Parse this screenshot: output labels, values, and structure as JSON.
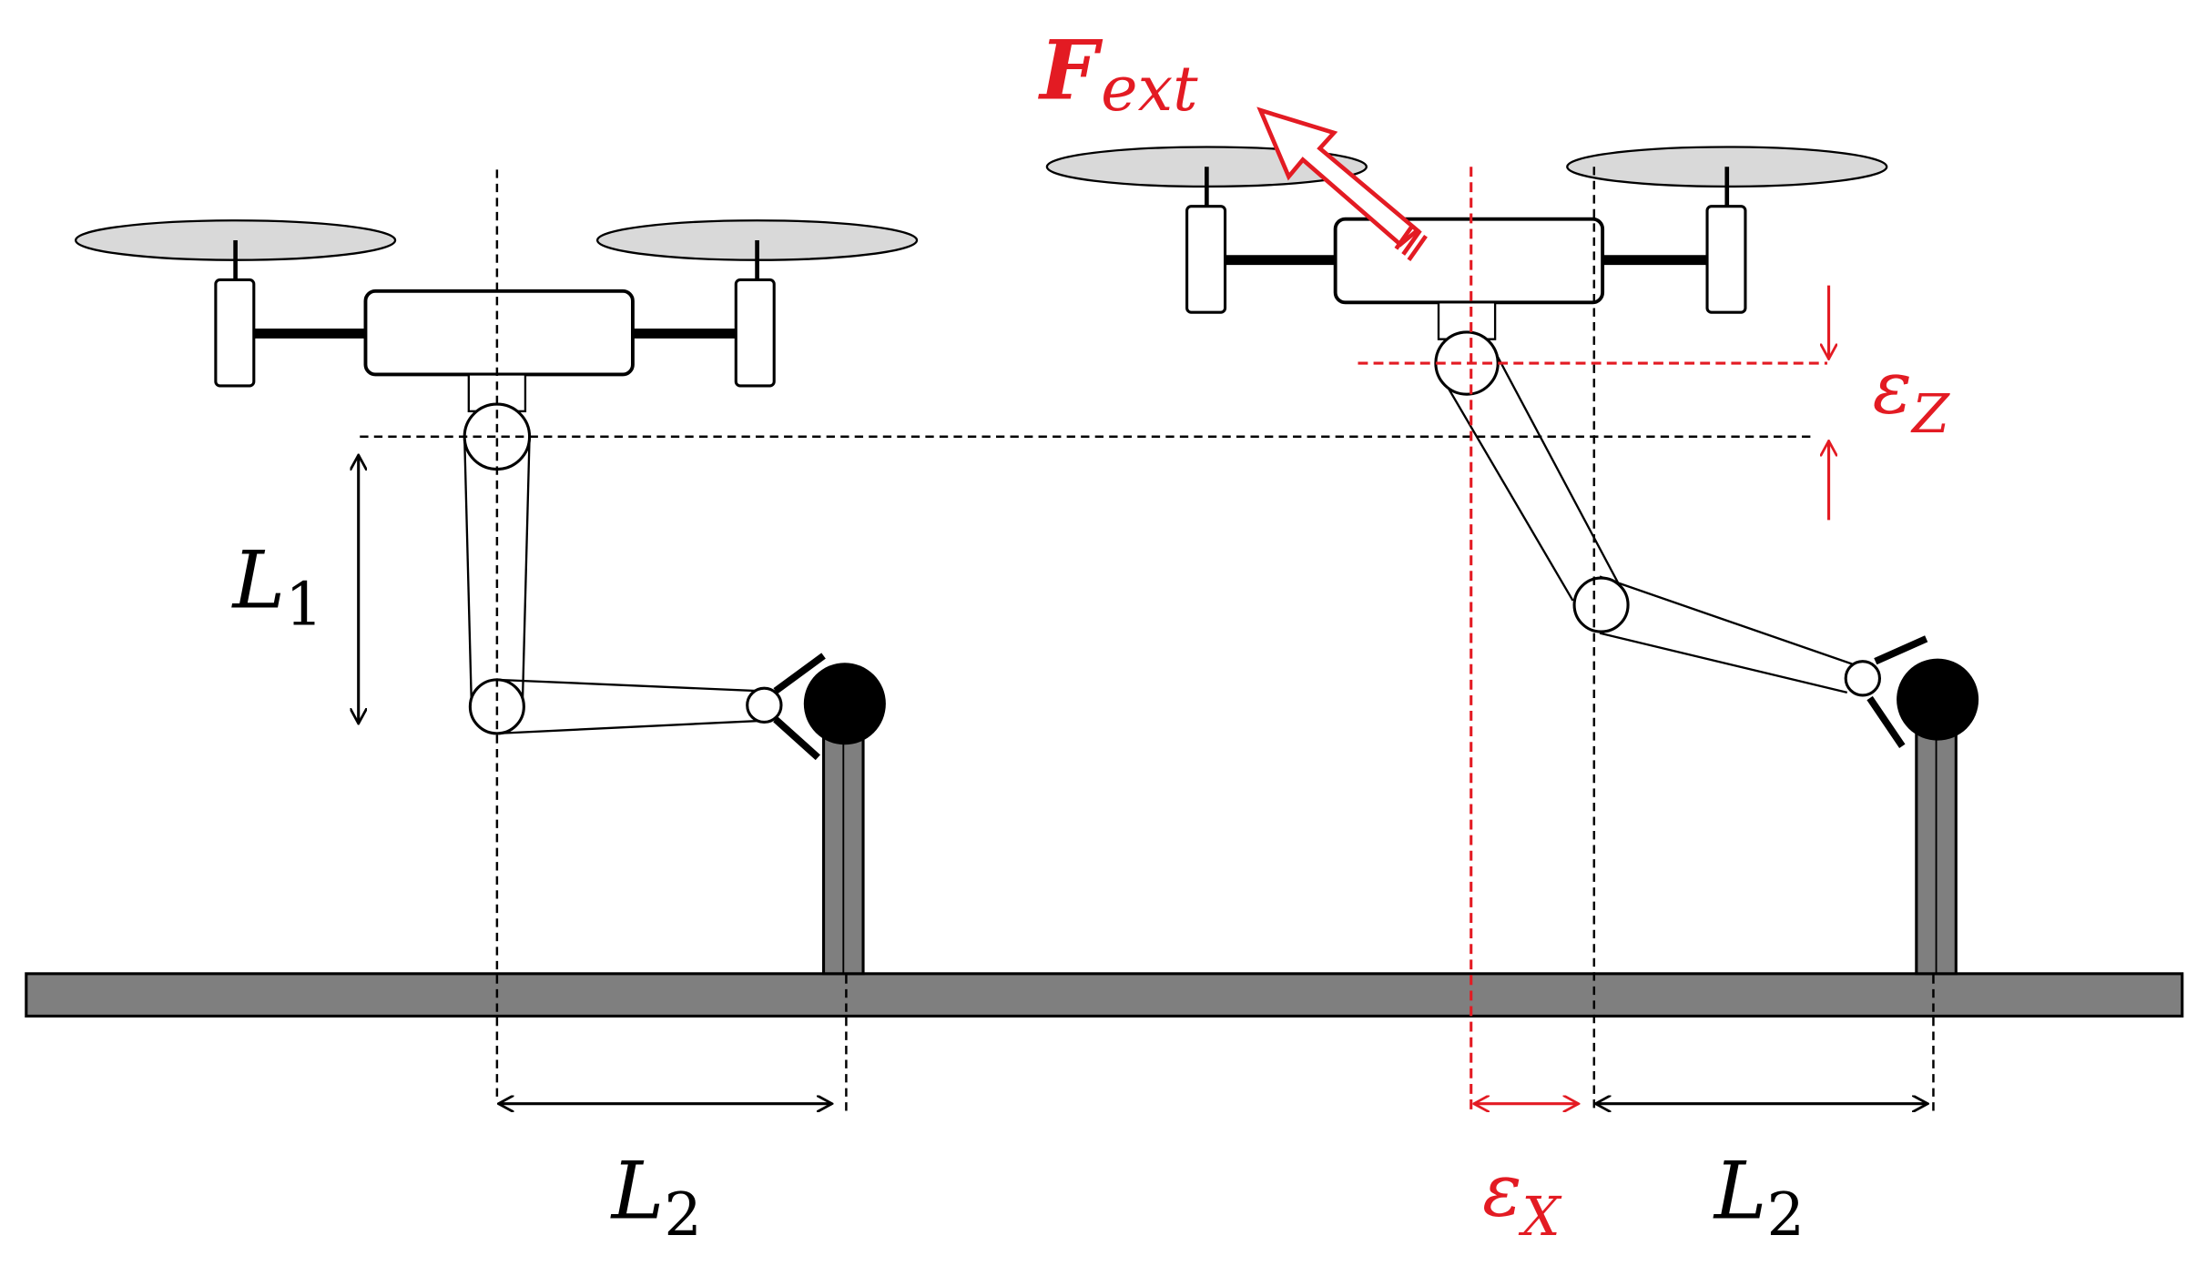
{
  "labels": {
    "force_main": "F",
    "force_sub": "ext",
    "eps_z_main": "ε",
    "eps_z_sub": "Z",
    "eps_x_main": "ε",
    "eps_x_sub": "X",
    "l1_main": "L",
    "l1_sub": "1",
    "l2_left_main": "L",
    "l2_left_sub": "2",
    "l2_right_main": "L",
    "l2_right_sub": "2"
  },
  "colors": {
    "accent_red": "#e31b23",
    "rotor_fill": "#d9d9d9",
    "ground_fill": "#7f7f7f",
    "ink": "#000000"
  }
}
